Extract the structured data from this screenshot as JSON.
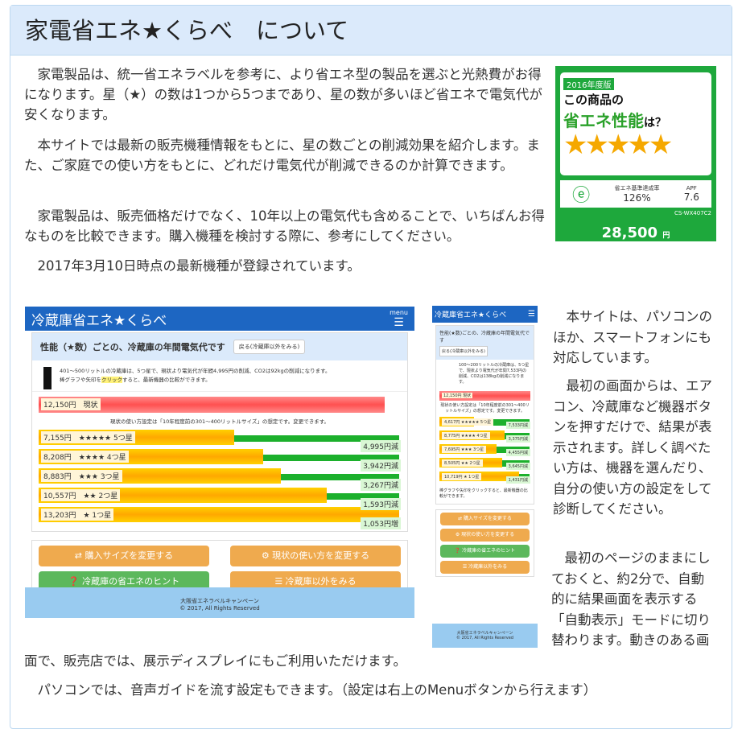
{
  "title": "家電省エネ★くらべ　について",
  "paragraphs": [
    "家電製品は、統一省エネラベルを参考に、より省エネ型の製品を選ぶと光熱費がお得になります。星（★）の数は1つから5つまであり、星の数が多いほど省エネで電気代が安くなります。",
    "本サイトでは最新の販売機種情報をもとに、星の数ごとの削減効果を紹介します。また、ご家庭での使い方をもとに、どれだけ電気代が削減できるのか計算できます。",
    "家電製品は、販売価格だけでなく、10年以上の電気代も含めることで、いちばんお得なものを比較できます。購入機種を検討する際に、参考にしてください。",
    "2017年3月10日時点の最新機種が登録されています。"
  ],
  "side_paragraphs": [
    "本サイトは、パソコンのほか、スマートフォンにも対応しています。",
    "最初の画面からは、エアコン、冷蔵庫など機器ボタンを押すだけで、結果が表示されます。詳しく調べたい方は、機器を選んだり、自分の使い方の設定をして診断してください。",
    "最初のページのままにしておくと、約2分で、自動的に結果画面を表示する「自動表示」モードに切り替わります。動きのある画面で、販売店では、展示ディスプレイにもご利用いただけます。"
  ],
  "last_paragraph": "パソコンでは、音声ガイドを流す設定もできます。（設定は右上のMenuボタンから行えます）",
  "label": {
    "year": "2016年度版",
    "line1": "この商品の",
    "line2": "省エネ性能",
    "line2b": "は？",
    "stars": "★★★★★",
    "rate_label": "省エネ基準達成率",
    "rate": "126%",
    "apf_label": "APF",
    "apf": "7.6",
    "model": "CS-WX407C2",
    "price": "28,500",
    "price_unit": "円"
  },
  "desktop": {
    "app_title": "冷蔵庫省エネ★くらべ",
    "menu": "menu",
    "heading": "性能（★数）ごとの、冷蔵庫の年間電気代です",
    "back": "戻る(冷蔵庫以外をみる)",
    "info1": "401〜500リットルの冷蔵庫は、5つ星で、現状より電気代が年間4,995円の削減、CO2は92kgの削減になります。",
    "info2a": "棒グラフや矢印を",
    "click": "クリック",
    "info2b": "すると、最新機器の比較ができます。",
    "current": "12,150円　現状",
    "note": "現状の使い方設定は「10年程度前の301〜400リットルサイズ」の想定です。変更できます。",
    "bars": [
      {
        "label": "7,155円　★★★★★ 5つ星",
        "diff": "4,995円減",
        "value": 7155
      },
      {
        "label": "8,208円　★★★★ 4つ星",
        "diff": "3,942円減",
        "value": 8208
      },
      {
        "label": "8,883円　★★★ 3つ星",
        "diff": "3,267円減",
        "value": 8883
      },
      {
        "label": "10,557円　★★ 2つ星",
        "diff": "1,593円減",
        "value": 10557
      },
      {
        "label": "13,203円　★ 1つ星",
        "diff": "1,053円増",
        "value": 13203
      }
    ],
    "buttons": [
      "⇄ 購入サイズを変更する",
      "⚙ 現状の使い方を変更する",
      "❓ 冷蔵庫の省エネのヒント",
      "☰ 冷蔵庫以外をみる"
    ],
    "footer1": "大阪省エネラベルキャンペーン",
    "footer2": "© 2017, All Rights Reserved"
  },
  "mobile": {
    "heading": "性能(★数)ごとの、冷蔵庫の年間電気代です",
    "back": "戻る(冷蔵庫以外をみる)",
    "info": "100〜200リットルの冷蔵庫は、5つ星で、現状より電気代が年間7,533円の削減、CO2は138kgの削減になります。",
    "current": "12,150円 現状",
    "note": "現状の使い方設定は「10年程度前の301〜400リットルサイズ」の想定です。変更できます。",
    "bars": [
      {
        "label": "4,617円 ★★★★★ 5つ星",
        "diff": "7,533円減",
        "value": 4617
      },
      {
        "label": "8,775円 ★★★★ 4つ星",
        "diff": "3,375円減",
        "value": 8775
      },
      {
        "label": "7,695円 ★★★ 3つ星",
        "diff": "4,455円減",
        "value": 7695
      },
      {
        "label": "8,505円 ★★ 2つ星",
        "diff": "3,645円減",
        "value": 8505
      },
      {
        "label": "10,719円 ★ 1つ星",
        "diff": "1,431円減",
        "value": 10719
      }
    ],
    "info2": "棒グラフや矢印をクリックすると、最新機器の比較ができます。"
  }
}
